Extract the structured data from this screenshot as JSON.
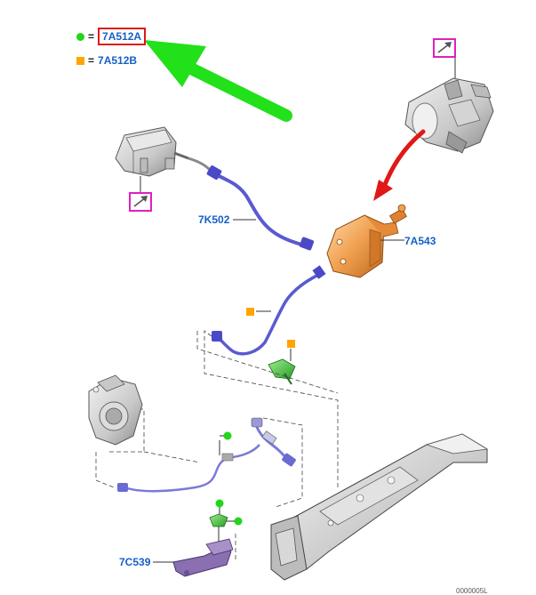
{
  "legend": {
    "green_dot_code": "7A512A",
    "orange_square_code": "7A512B",
    "equals": "="
  },
  "callouts": {
    "hose_upper": "7K502",
    "master_cylinder": "7A543",
    "bracket": "7C539"
  },
  "footer_ref": "0000005L",
  "colors": {
    "accent_blue": "#1560c8",
    "green_marker": "#22d61a",
    "orange_marker": "#ffa500",
    "highlight_red": "#e01818",
    "arrow_green": "#22e01a",
    "arrow_red": "#e01818",
    "magenta_icon": "#e020c0",
    "part_orange": "#f0a050",
    "hose_blue": "#5a5ad0",
    "bracket_purple": "#8a70b0",
    "part_green": "#3ac040"
  },
  "icons": [
    "zoom-arrow-icon",
    "zoom-arrow-icon"
  ]
}
